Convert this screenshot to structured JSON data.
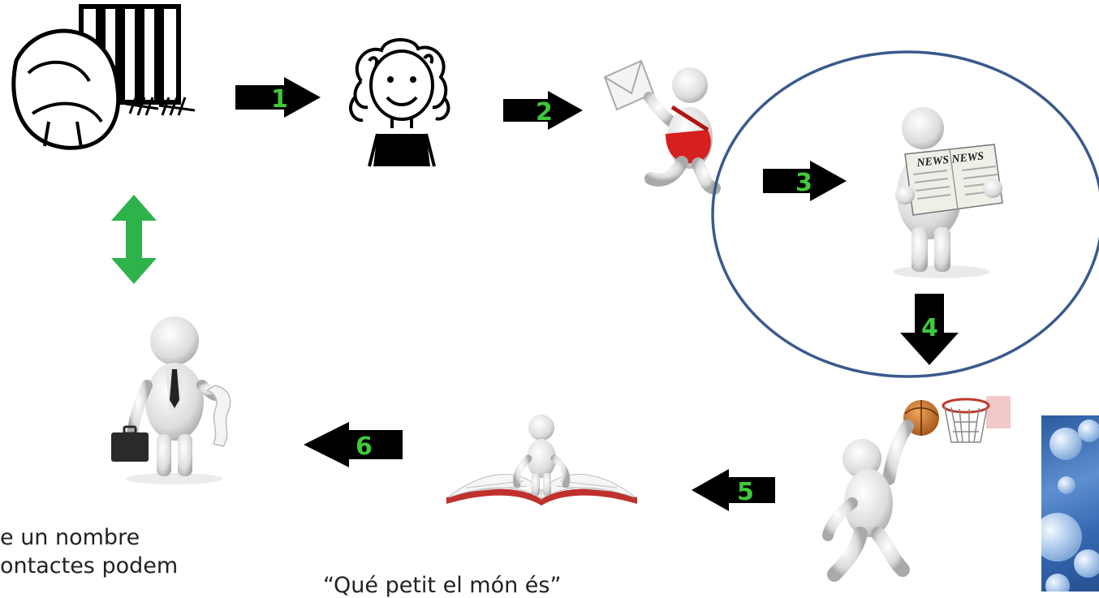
{
  "steps": [
    {
      "id": "prisoner",
      "label": "prisoner-drawing"
    },
    {
      "id": "woman",
      "label": "woman-drawing"
    },
    {
      "id": "mail-runner",
      "label": "mail-carrier-figure"
    },
    {
      "id": "newspaper-reader",
      "label": "newspaper-reader-figure"
    },
    {
      "id": "basketball-player",
      "label": "basketball-player-figure"
    },
    {
      "id": "book-reader",
      "label": "book-figure"
    },
    {
      "id": "businessman",
      "label": "businessman-figure"
    }
  ],
  "arrows": {
    "a1": "1",
    "a2": "2",
    "a3": "3",
    "a4": "4",
    "a5": "5",
    "a6": "6"
  },
  "newspaper_text": "NEWS NEWS",
  "captions": {
    "left_line1": "e   un   nombre",
    "left_line2": "ontactes podem",
    "center": "“Qué petit el món és”"
  },
  "colors": {
    "arrow": "#000000",
    "arrow_number": "#3ec93a",
    "double_arrow": "#2db34a",
    "circle": "#3a5a8c"
  }
}
